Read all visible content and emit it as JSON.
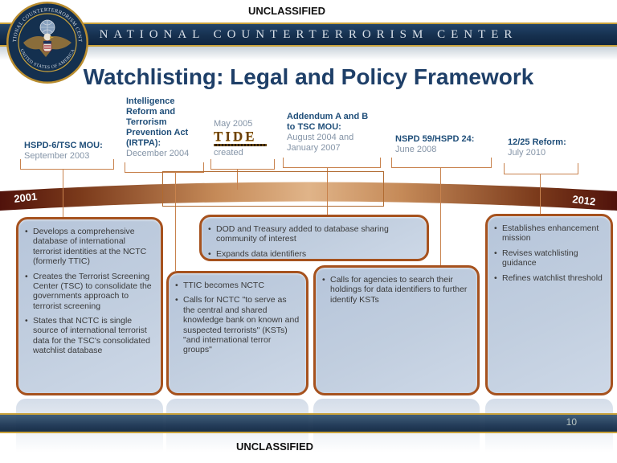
{
  "header": {
    "classification": "UNCLASSIFIED",
    "banner": "NATIONAL COUNTERTERRORISM CENTER",
    "seal": {
      "ring_top": "NATIONAL COUNTERTERRORISM CENTER",
      "ring_bottom": "UNITED STATES OF AMERICA"
    }
  },
  "title": "Watchlisting: Legal and Policy Framework",
  "timeline": {
    "start_year": "2001",
    "end_year": "2012",
    "milestones": [
      {
        "label": "HSPD-6/TSC MOU:",
        "date": "September 2003"
      },
      {
        "label": "Intelligence Reform and Terrorism Prevention Act (IRTPA):",
        "date": "December 2004"
      },
      {
        "pre": "May 2005",
        "logo": "TIDE",
        "post": "created"
      },
      {
        "label": "Addendum A and B to TSC MOU:",
        "date": "August 2004 and January 2007"
      },
      {
        "label": "NSPD 59/HSPD 24:",
        "date": "June 2008"
      },
      {
        "label": "12/25 Reform:",
        "date": "July 2010"
      }
    ]
  },
  "boxes": [
    {
      "bullets": [
        "Develops a comprehensive database of international terrorist identities at the NCTC  (formerly TTIC)",
        "Creates the Terrorist Screening Center (TSC) to consolidate the governments approach to terrorist screening",
        "States that NCTC is single source of international terrorist data for the TSC's consolidated watchlist database"
      ]
    },
    {
      "bullets": [
        "DOD and Treasury added to database sharing community of interest",
        "Expands data identifiers"
      ]
    },
    {
      "bullets": [
        "TTIC becomes NCTC",
        "Calls for NCTC \"to serve as the central and shared knowledge bank on known and suspected terrorists\" (KSTs) \"and international terror groups\""
      ]
    },
    {
      "bullets": [
        "Calls for agencies to search their holdings for data identifiers to further identify KSTs"
      ]
    },
    {
      "bullets": [
        "Establishes enhancement mission",
        "Revises watchlisting guidance",
        "Refines watchlist threshold"
      ]
    }
  ],
  "footer": {
    "page_number": "10",
    "classification": "UNCLASSIFIED"
  },
  "colors": {
    "banner_navy": "#16304F",
    "gold_accent": "#C9A23B",
    "title_navy": "#1E3F68",
    "milestone_navy": "#1F4E79",
    "milestone_gray": "#8494A7",
    "connector_tan": "#C8824D",
    "box_border": "#A6521E",
    "box_fill": "#BCC9DC",
    "timeline_dark": "#50120B",
    "timeline_light": "#E0B489"
  }
}
